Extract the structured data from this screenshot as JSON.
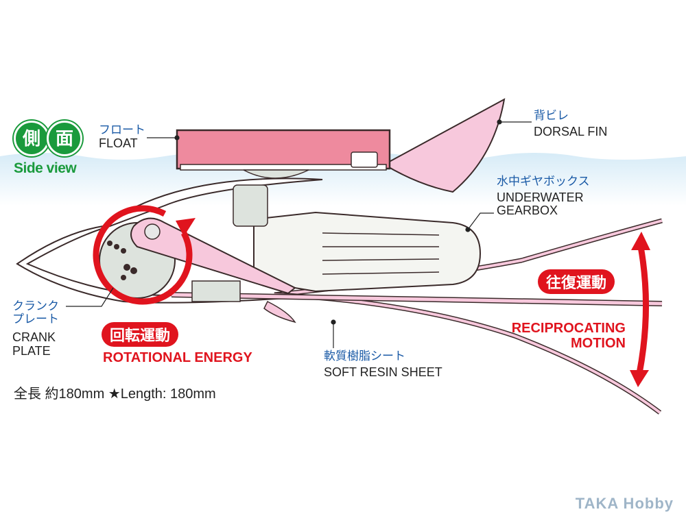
{
  "badge": {
    "jp_chars": [
      "側",
      "面"
    ],
    "en": "Side view"
  },
  "labels": {
    "float": {
      "jp": "フロート",
      "en": "FLOAT"
    },
    "dorsal_fin": {
      "jp": "背ビレ",
      "en": "DORSAL FIN"
    },
    "gearbox": {
      "jp": "水中ギヤボックス",
      "en_line1": "UNDERWATER",
      "en_line2": "GEARBOX"
    },
    "crank_plate": {
      "jp_line1": "クランク",
      "jp_line2": "プレート",
      "en_line1": "CRANK",
      "en_line2": "PLATE"
    },
    "soft_resin": {
      "jp": "軟質樹脂シート",
      "en": "SOFT RESIN SHEET"
    }
  },
  "motion": {
    "rotational": {
      "jp": "回転運動",
      "en": "ROTATIONAL ENERGY"
    },
    "reciprocating": {
      "jp": "往復運動",
      "en_line1": "RECIPROCATING",
      "en_line2": "MOTION"
    }
  },
  "length_note": "全長 約180mm ★Length: 180mm",
  "watermark": "TAKA Hobby",
  "colors": {
    "accent_red": "#e0141e",
    "badge_green": "#1a9a3c",
    "label_blue": "#1a5aa6",
    "float_pink": "#ee8a9e",
    "fin_pink": "#f7c8dc"
  }
}
